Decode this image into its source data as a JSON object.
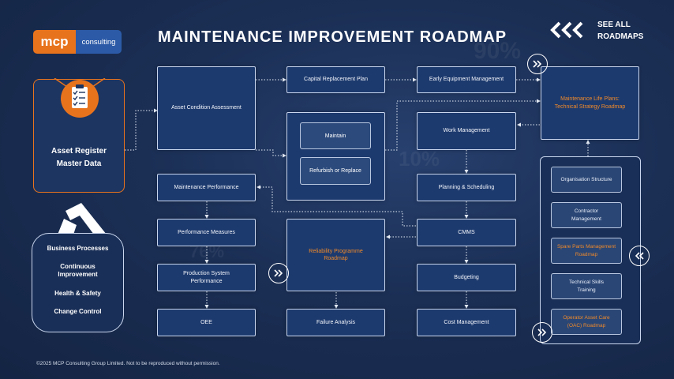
{
  "logo": {
    "brand": "mcp",
    "tagline": "consulting"
  },
  "title": "MAINTENANCE IMPROVEMENT ROADMAP",
  "see_all": {
    "line1": "SEE ALL",
    "line2": "ROADMAPS"
  },
  "asset_register": {
    "line1": "Asset Register",
    "line2": "Master Data",
    "icon": "clipboard-checklist-icon"
  },
  "business_panel": {
    "items": [
      "Business Processes",
      "Continuous Improvement",
      "Health & Safety",
      "Change Control"
    ]
  },
  "nodes": {
    "asset_condition": "Asset Condition Assessment",
    "capital_replacement": "Capital Replacement Plan",
    "early_equipment": "Early Equipment Management",
    "maintenance_life_plans": "Maintenance Life Plans: Technical Strategy Roadmap",
    "maintain": "Maintain",
    "refurbish": "Refurbish or Replace",
    "work_management": "Work Management",
    "planning": "Planning & Scheduling",
    "maintenance_performance": "Maintenance Performance",
    "performance_measures": "Performance Measures",
    "production_system": "Production System Performance",
    "oee": "OEE",
    "reliability": "Reliability Programme Roadmap",
    "failure_analysis": "Failure Analysis",
    "cmms": "CMMS",
    "budgeting": "Budgeting",
    "cost_management": "Cost Management"
  },
  "side_panel": {
    "items": [
      {
        "label": "Organisation Structure",
        "highlight": false
      },
      {
        "label": "Contractor Management",
        "highlight": false
      },
      {
        "label": "Spare Parts Management Roadmap",
        "highlight": true
      },
      {
        "label": "Technical Skills Training",
        "highlight": false
      },
      {
        "label": "Operator Asset Care (OAC) Roadmap",
        "highlight": true
      }
    ]
  },
  "footer": "©2025 MCP Consulting Group Limited. Not to be reproduced without permission.",
  "colors": {
    "accent": "#e8731d",
    "roadmap_text": "#f08a2a",
    "background": "#1b2f55"
  }
}
